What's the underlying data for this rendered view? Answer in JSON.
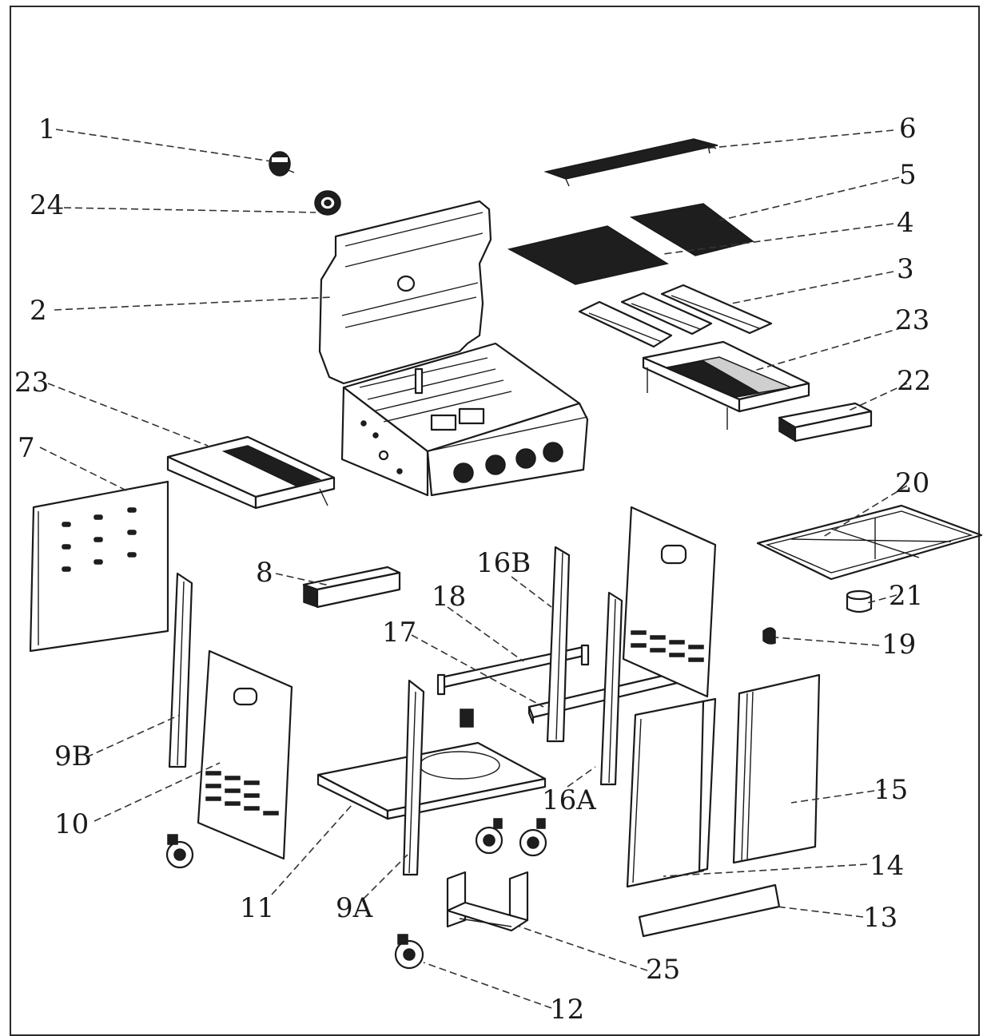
{
  "diagram": {
    "labels": {
      "p1": "1",
      "p2": "2",
      "p3": "3",
      "p4": "4",
      "p5": "5",
      "p6": "6",
      "p7": "7",
      "p8": "8",
      "p9A": "9A",
      "p9B": "9B",
      "p10": "10",
      "p11": "11",
      "p12": "12",
      "p13": "13",
      "p14": "14",
      "p15": "15",
      "p16A": "16A",
      "p16B": "16B",
      "p17": "17",
      "p18": "18",
      "p19": "19",
      "p20": "20",
      "p21": "21",
      "p22": "22",
      "p23_right": "23",
      "p23_left": "23",
      "p24": "24",
      "p25": "25"
    }
  }
}
